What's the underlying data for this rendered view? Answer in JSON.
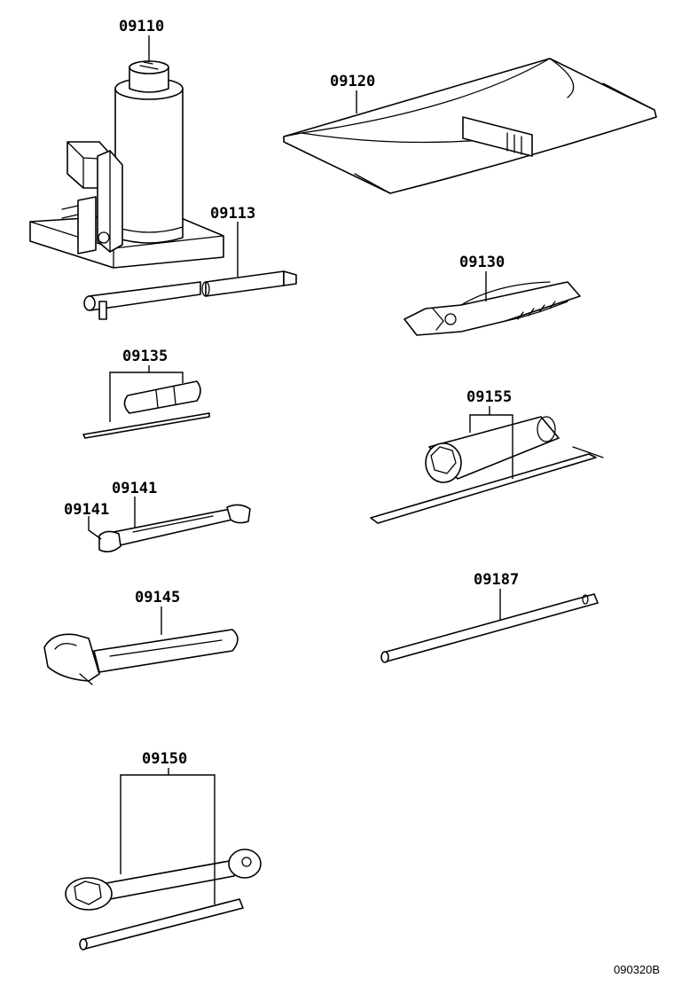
{
  "parts": {
    "p09110": "09110",
    "p09120": "09120",
    "p09113": "09113",
    "p09130": "09130",
    "p09135": "09135",
    "p09155": "09155",
    "p09141a": "09141",
    "p09141b": "09141",
    "p09145": "09145",
    "p09187": "09187",
    "p09150": "09150"
  },
  "figure_ref": "090320B"
}
